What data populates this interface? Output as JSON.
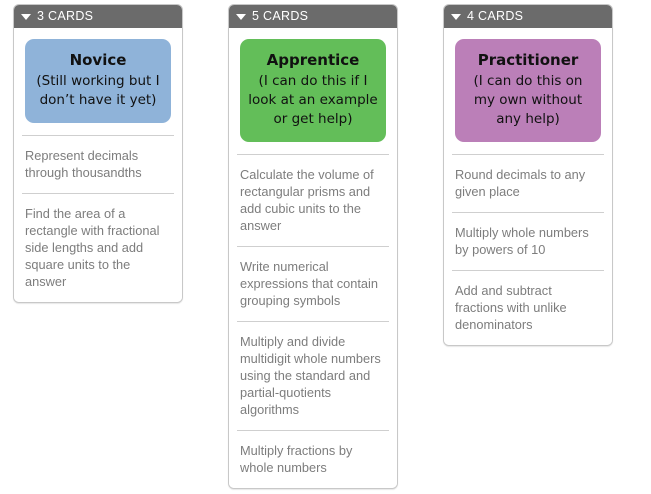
{
  "board": {
    "columns": [
      {
        "header": {
          "label": "3 CARDS",
          "caret_icon": "chevron-down-icon"
        },
        "banner": {
          "title": "Novice",
          "subtitle": "(Still working but I don’t have it yet)",
          "color": "#8FB3D9"
        },
        "cards": [
          "Represent decimals through thousandths",
          "Find the area of a rectangle with fractional side lengths and add square units to the answer"
        ]
      },
      {
        "header": {
          "label": "5 CARDS",
          "caret_icon": "chevron-down-icon"
        },
        "banner": {
          "title": "Apprentice",
          "subtitle": "(I can do this if I look at an example or get help)",
          "color": "#63BE59"
        },
        "cards": [
          "Calculate the volume of rectangular prisms and add cubic units to the answer",
          "Write numerical expressions that contain grouping symbols",
          "Multiply and divide multidigit whole numbers using the standard and partial-quotients algorithms",
          "Multiply fractions by whole numbers"
        ]
      },
      {
        "header": {
          "label": "4 CARDS",
          "caret_icon": "chevron-down-icon"
        },
        "banner": {
          "title": "Practitioner",
          "subtitle": "(I can do this on my own without any help)",
          "color": "#BB7FB8"
        },
        "cards": [
          "Round decimals to any given place",
          "Multiply whole numbers by powers of 10",
          "Add and subtract fractions with unlike denominators"
        ]
      }
    ]
  },
  "colors": {
    "header_bar": "#6B6B6B",
    "column_border": "#C8C8C8",
    "card_text": "#7D7D7D",
    "divider": "#CFCFCF"
  }
}
